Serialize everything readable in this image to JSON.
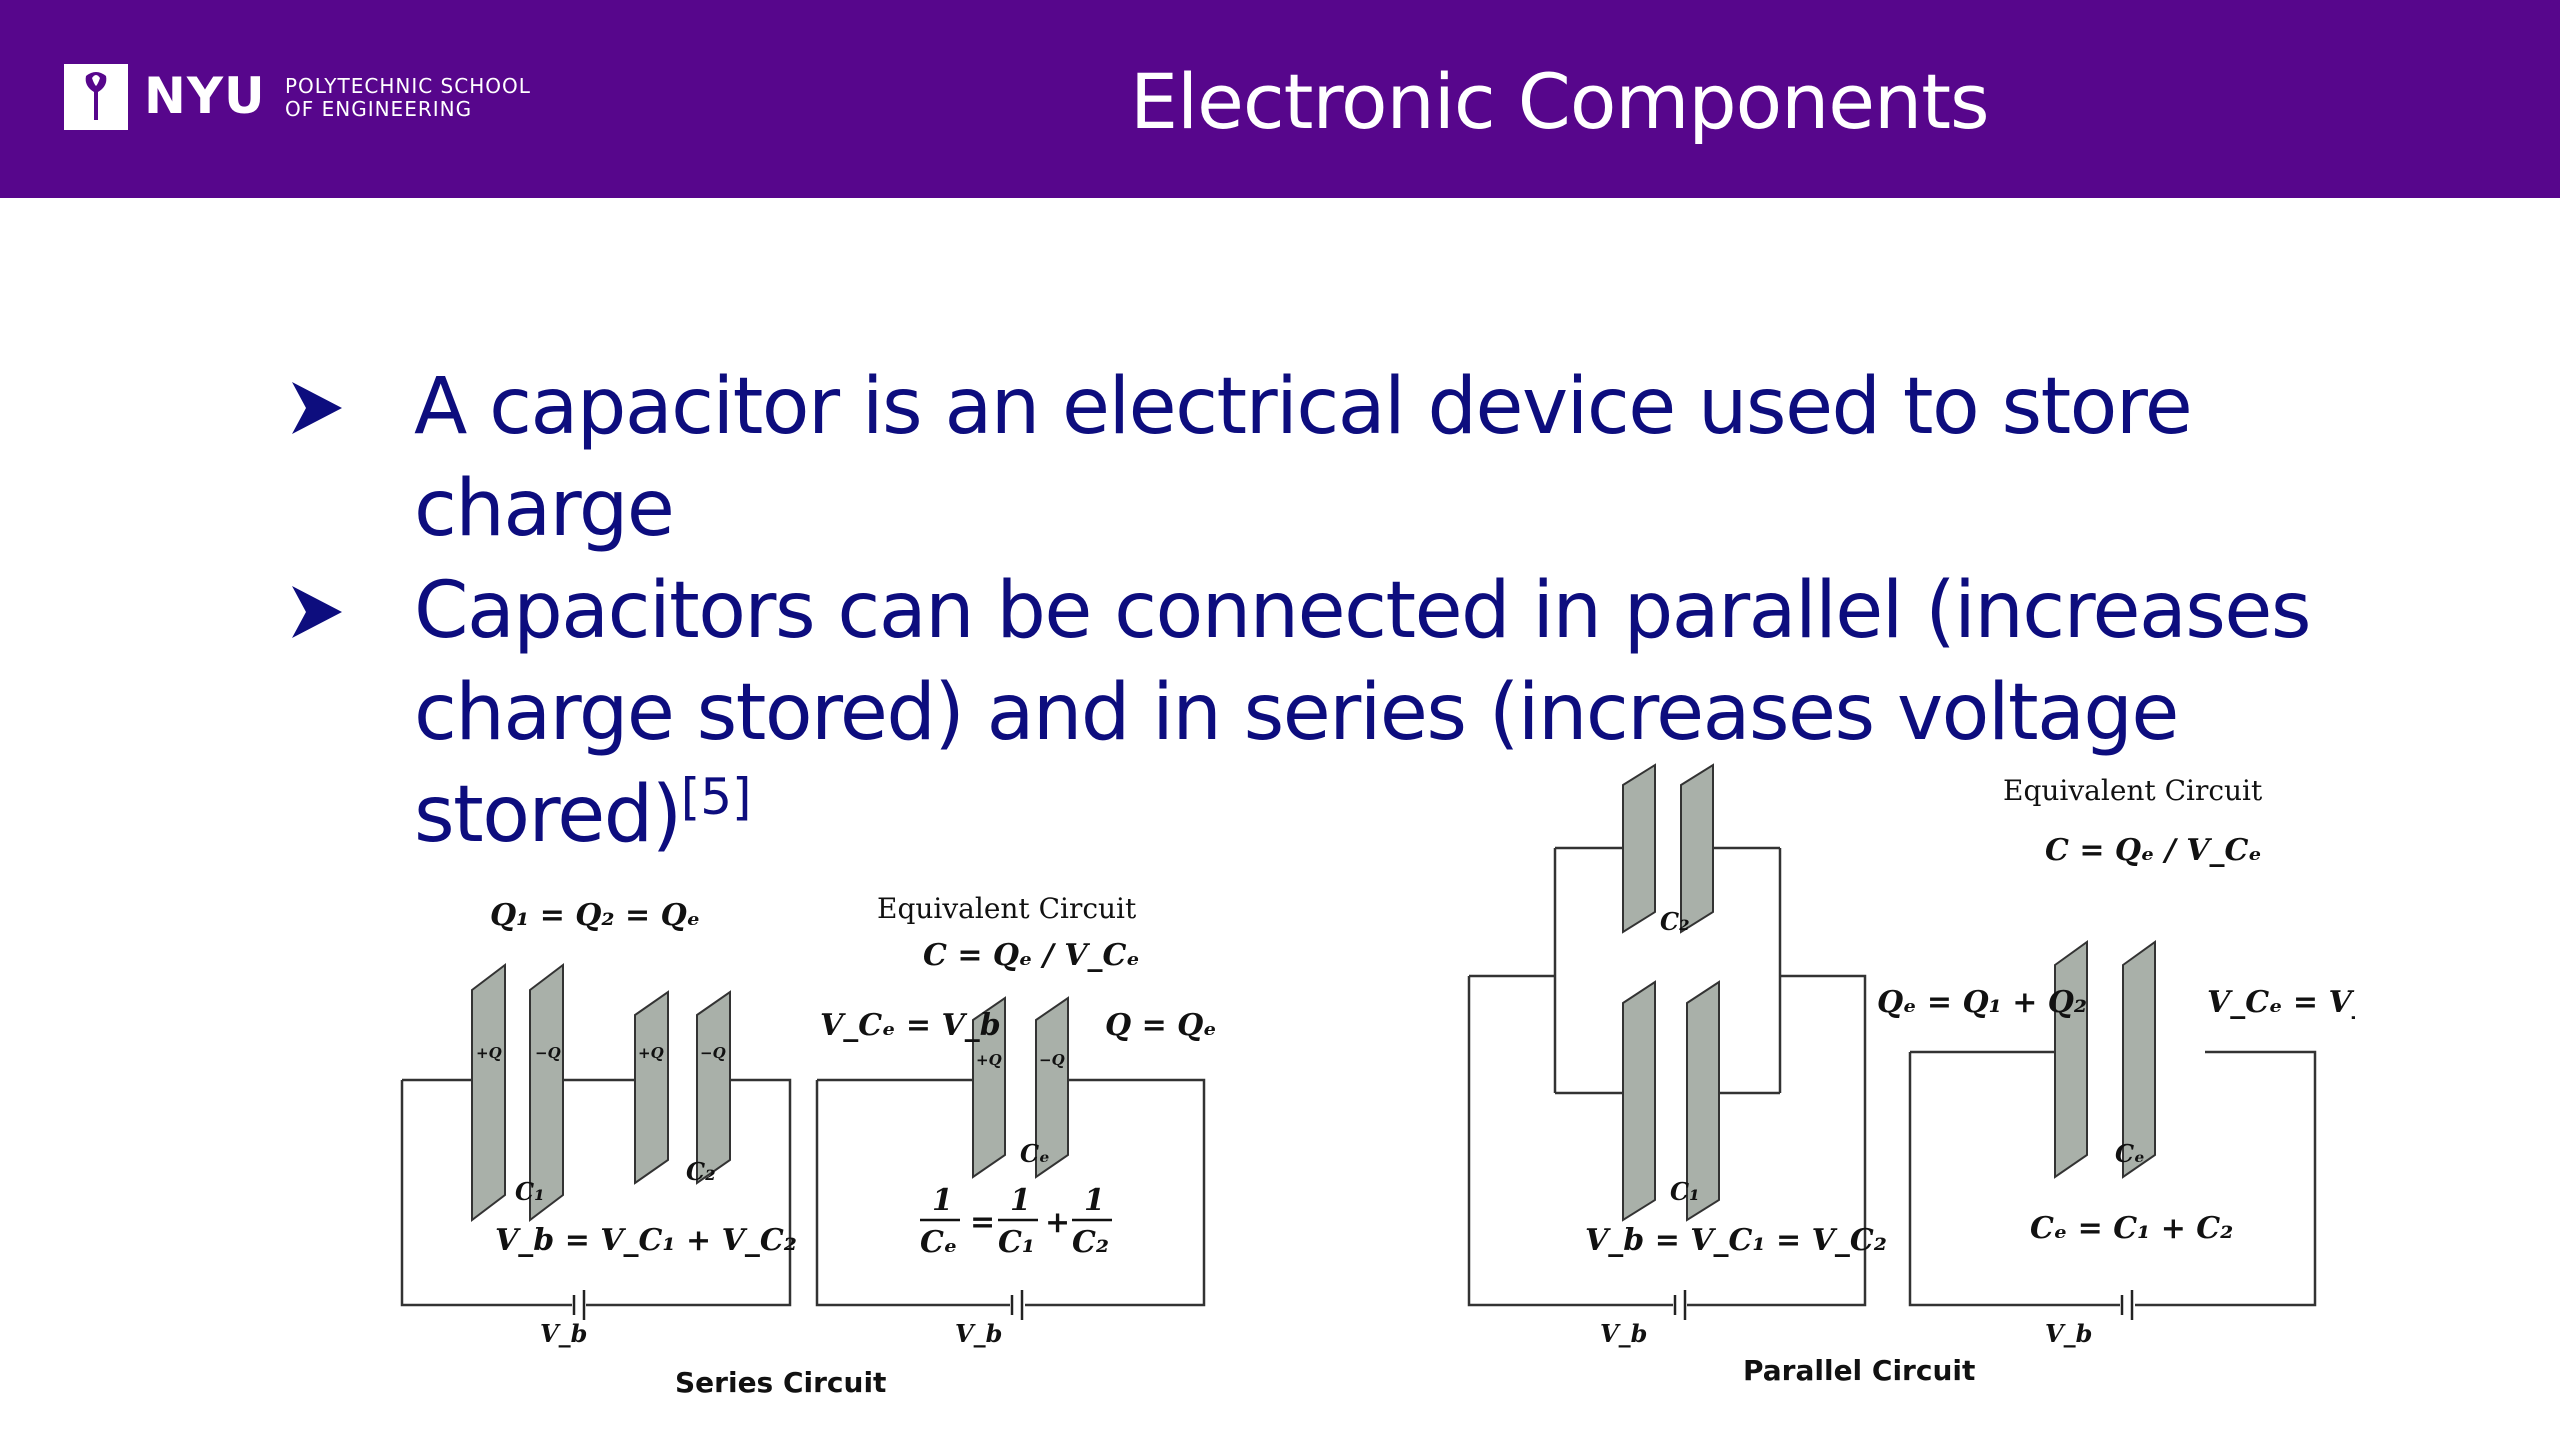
{
  "header": {
    "logo_text": "NYU",
    "school_line1": "POLYTECHNIC SCHOOL",
    "school_line2": "OF ENGINEERING",
    "title": "Electronic Components",
    "background": "#57068c"
  },
  "bullets": {
    "items": [
      {
        "text": "A capacitor is an electrical device used to store charge",
        "citation": ""
      },
      {
        "text": "Capacitors can be connected in parallel (increases charge stored) and in series (increases voltage stored)",
        "citation": "[5]"
      }
    ],
    "color": "#0d0d7e"
  },
  "series_figure": {
    "caption": "Series Circuit",
    "charge_eq": "Q₁ = Q₂ = Qₑ",
    "voltage_eq": "V_b = V_C₁ + V_C₂",
    "c1": "C₁",
    "c2": "C₂",
    "battery": "V_b",
    "plus_q": "+Q",
    "minus_q": "−Q",
    "equiv_title": "Equivalent Circuit",
    "equiv_c_eq": "C = Qₑ / V_Cₑ",
    "equiv_v_eq": "V_Cₑ = V_b",
    "equiv_q_eq": "Q = Qₑ",
    "equiv_cap": "Cₑ",
    "recip_num": "1",
    "recip_ce": "Cₑ",
    "recip_c1": "C₁",
    "recip_c2": "C₂"
  },
  "parallel_figure": {
    "caption": "Parallel Circuit",
    "voltage_eq": "V_b = V_C₁ = V_C₂",
    "c1": "C₁",
    "c2": "C₂",
    "battery": "V_b",
    "equiv_title": "Equivalent Circuit",
    "equiv_c_eq": "C = Qₑ / V_Cₑ",
    "equiv_q_eq": "Qₑ = Q₁ + Q₂",
    "equiv_v_eq": "V_Cₑ = V_b",
    "equiv_sum_eq": "Cₑ = C₁ + C₂",
    "equiv_cap": "Cₑ"
  }
}
